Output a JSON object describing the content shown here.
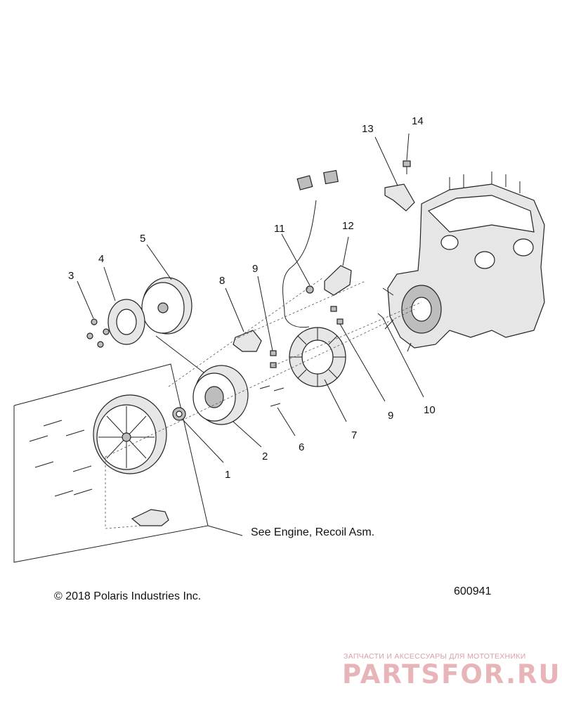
{
  "callouts": {
    "c1": "1",
    "c2": "2",
    "c3": "3",
    "c4": "4",
    "c5": "5",
    "c6": "6",
    "c7": "7",
    "c8": "8",
    "c9a": "9",
    "c9b": "9",
    "c10": "10",
    "c11": "11",
    "c12": "12",
    "c13": "13",
    "c14": "14"
  },
  "note": "See Engine, Recoil Asm.",
  "copyright": "© 2018 Polaris Industries Inc.",
  "diagram_id": "600941",
  "watermark": {
    "tagline": "ЗАПЧАСТИ И АКСЕССУАРЫ ДЛЯ МОТОТЕХНИКИ",
    "brand": "PARTSFOR.RU",
    "color": "#e7b4b9"
  }
}
